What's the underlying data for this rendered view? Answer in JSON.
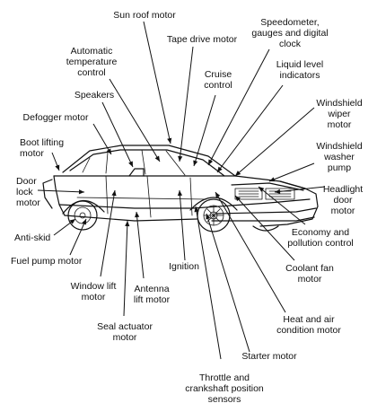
{
  "labels": {
    "sun_roof_motor": [
      "Sun roof motor"
    ],
    "tape_drive_motor": [
      "Tape drive motor"
    ],
    "speedometer": [
      "Speedometer,",
      "gauges and digital",
      "clock"
    ],
    "automatic_temperature_control": [
      "Automatic",
      "temperature",
      "control"
    ],
    "cruise_control": [
      "Cruise",
      "control"
    ],
    "liquid_level_indicators": [
      "Liquid level",
      "indicators"
    ],
    "speakers": [
      "Speakers"
    ],
    "windshield_wiper_motor": [
      "Windshield",
      "wiper",
      "motor"
    ],
    "defogger_motor": [
      "Defogger motor"
    ],
    "windshield_washer_pump": [
      "Windshield",
      "washer",
      "pump"
    ],
    "boot_lifting_motor": [
      "Boot lifting",
      "motor"
    ],
    "door_lock_motor": [
      "Door",
      "lock",
      "motor"
    ],
    "headlight_door_motor": [
      "Headlight",
      "door",
      "motor"
    ],
    "anti_skid": [
      "Anti-skid"
    ],
    "economy_pollution_control": [
      "Economy and",
      "pollution control"
    ],
    "fuel_pump_motor": [
      "Fuel pump motor"
    ],
    "coolant_fan_motor": [
      "Coolant fan",
      "motor"
    ],
    "ignition": [
      "Ignition"
    ],
    "window_lift_motor": [
      "Window lift",
      "motor"
    ],
    "antenna_lift_motor": [
      "Antenna",
      "lift motor"
    ],
    "heat_air_condition_motor": [
      "Heat and air",
      "condition motor"
    ],
    "seal_actuator_motor": [
      "Seal actuator",
      "motor"
    ],
    "starter_motor": [
      "Starter motor"
    ],
    "throttle_crankshaft_sensors": [
      "Throttle and",
      "crankshaft position",
      "sensors"
    ]
  }
}
